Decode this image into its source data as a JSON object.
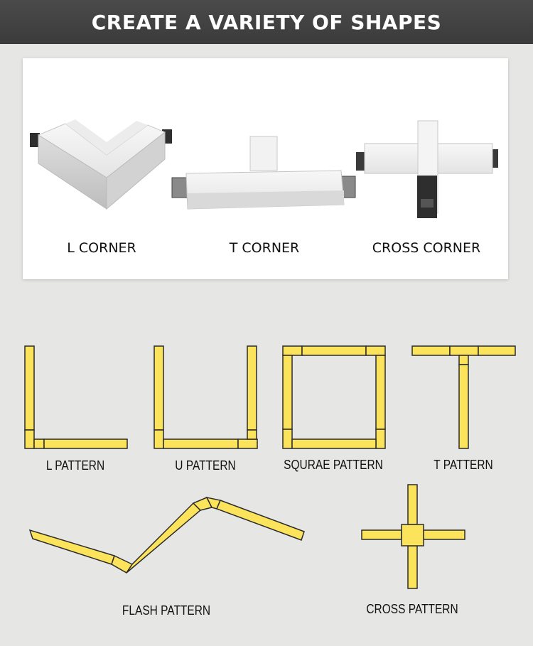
{
  "header": {
    "title": "CREATE A VARIETY OF SHAPES"
  },
  "corners": [
    {
      "label": "L CORNER",
      "icon": "l-corner-connector"
    },
    {
      "label": "T CORNER",
      "icon": "t-corner-connector"
    },
    {
      "label": "CROSS CORNER",
      "icon": "cross-corner-connector"
    }
  ],
  "patterns": [
    {
      "label": "L PATTERN"
    },
    {
      "label": "U PATTERN"
    },
    {
      "label": "SQURAE PATTERN"
    },
    {
      "label": "T PATTERN"
    },
    {
      "label": "FLASH PATTERN"
    },
    {
      "label": "CROSS PATTERN"
    }
  ],
  "colors": {
    "bar_fill": "#fbe35c",
    "bar_stroke": "#2b2b2b",
    "header_bg": "#3f3f3f",
    "page_bg": "#e6e6e4"
  }
}
